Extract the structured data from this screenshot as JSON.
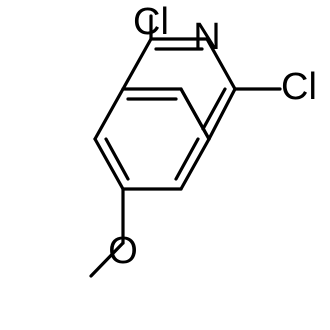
{
  "molecule": {
    "labels": {
      "cl_top": "Cl",
      "n": "N",
      "cl_right": "Cl",
      "o": "O"
    }
  }
}
